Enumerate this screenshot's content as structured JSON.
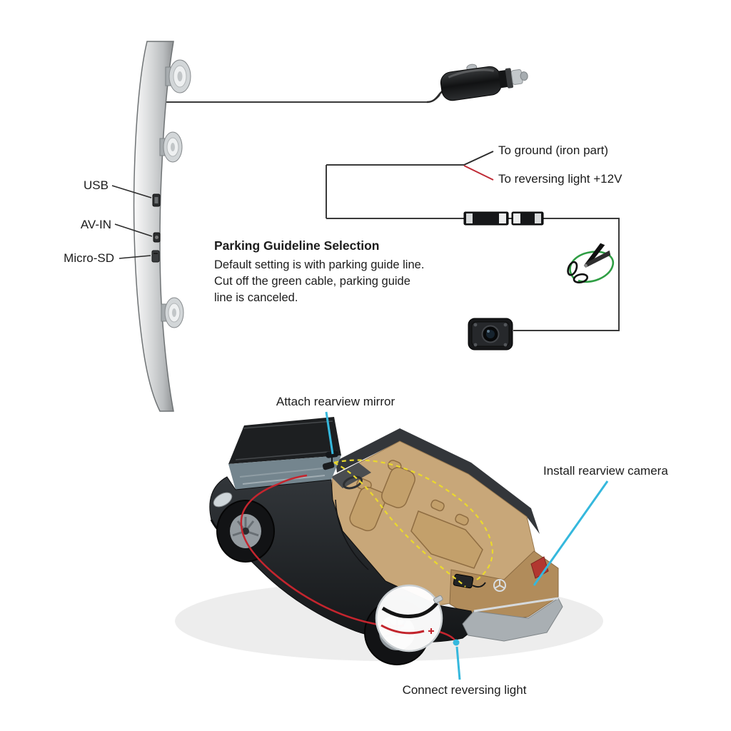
{
  "device": {
    "labels": [
      {
        "id": "usb",
        "text": "USB"
      },
      {
        "id": "av_in",
        "text": "AV-IN"
      },
      {
        "id": "micro_sd",
        "text": "Micro-SD"
      }
    ]
  },
  "wiring": {
    "ground": "To ground (iron part)",
    "reversing": "To reversing light +12V"
  },
  "parking": {
    "title": "Parking Guideline Selection",
    "lines": [
      "Default setting is with parking guide line.",
      "Cut off the green cable, parking guide",
      "line is canceled."
    ]
  },
  "car": {
    "mirror_label": "Attach rearview mirror",
    "camera_label": "Install rearview camera",
    "light_label": "Connect reversing light"
  },
  "colors": {
    "callout_accent": "#35b8dd",
    "wire_black": "#3a3a3a",
    "reversing_wire_red": "#bf2a35",
    "parking_cable_green": "#2f9e44",
    "guide_line_yellow": "#ead92c"
  },
  "icons": {
    "scissors_icon": "scissors cutting the green parking cable",
    "car_charger_icon": "12V cigarette-lighter power plug",
    "rearview_camera_icon": "rearview camera unit",
    "monitor_icon": "mirror monitor side profile",
    "magnifier_icon": "zoom detail of red/black reversing wires"
  }
}
